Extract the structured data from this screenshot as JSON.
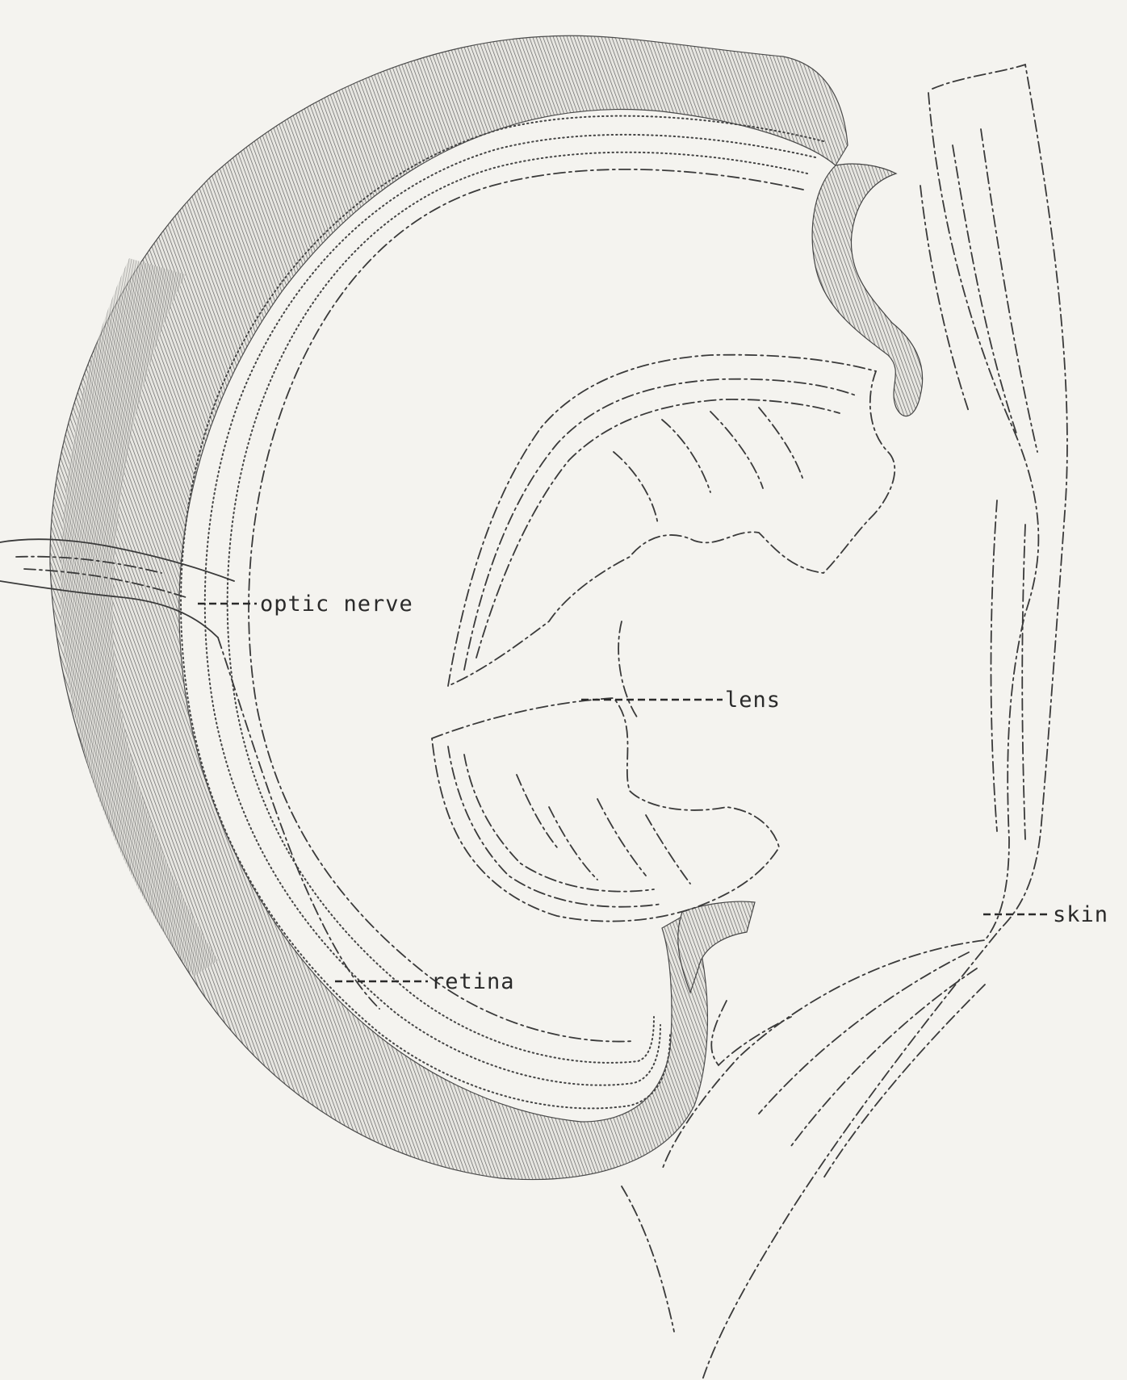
{
  "labels": {
    "optic_nerve": "optic nerve",
    "lens": "lens",
    "retina": "retina",
    "skin": "skin"
  },
  "colors": {
    "paper": "#f4f3ef",
    "ink": "#2a2a2a"
  }
}
